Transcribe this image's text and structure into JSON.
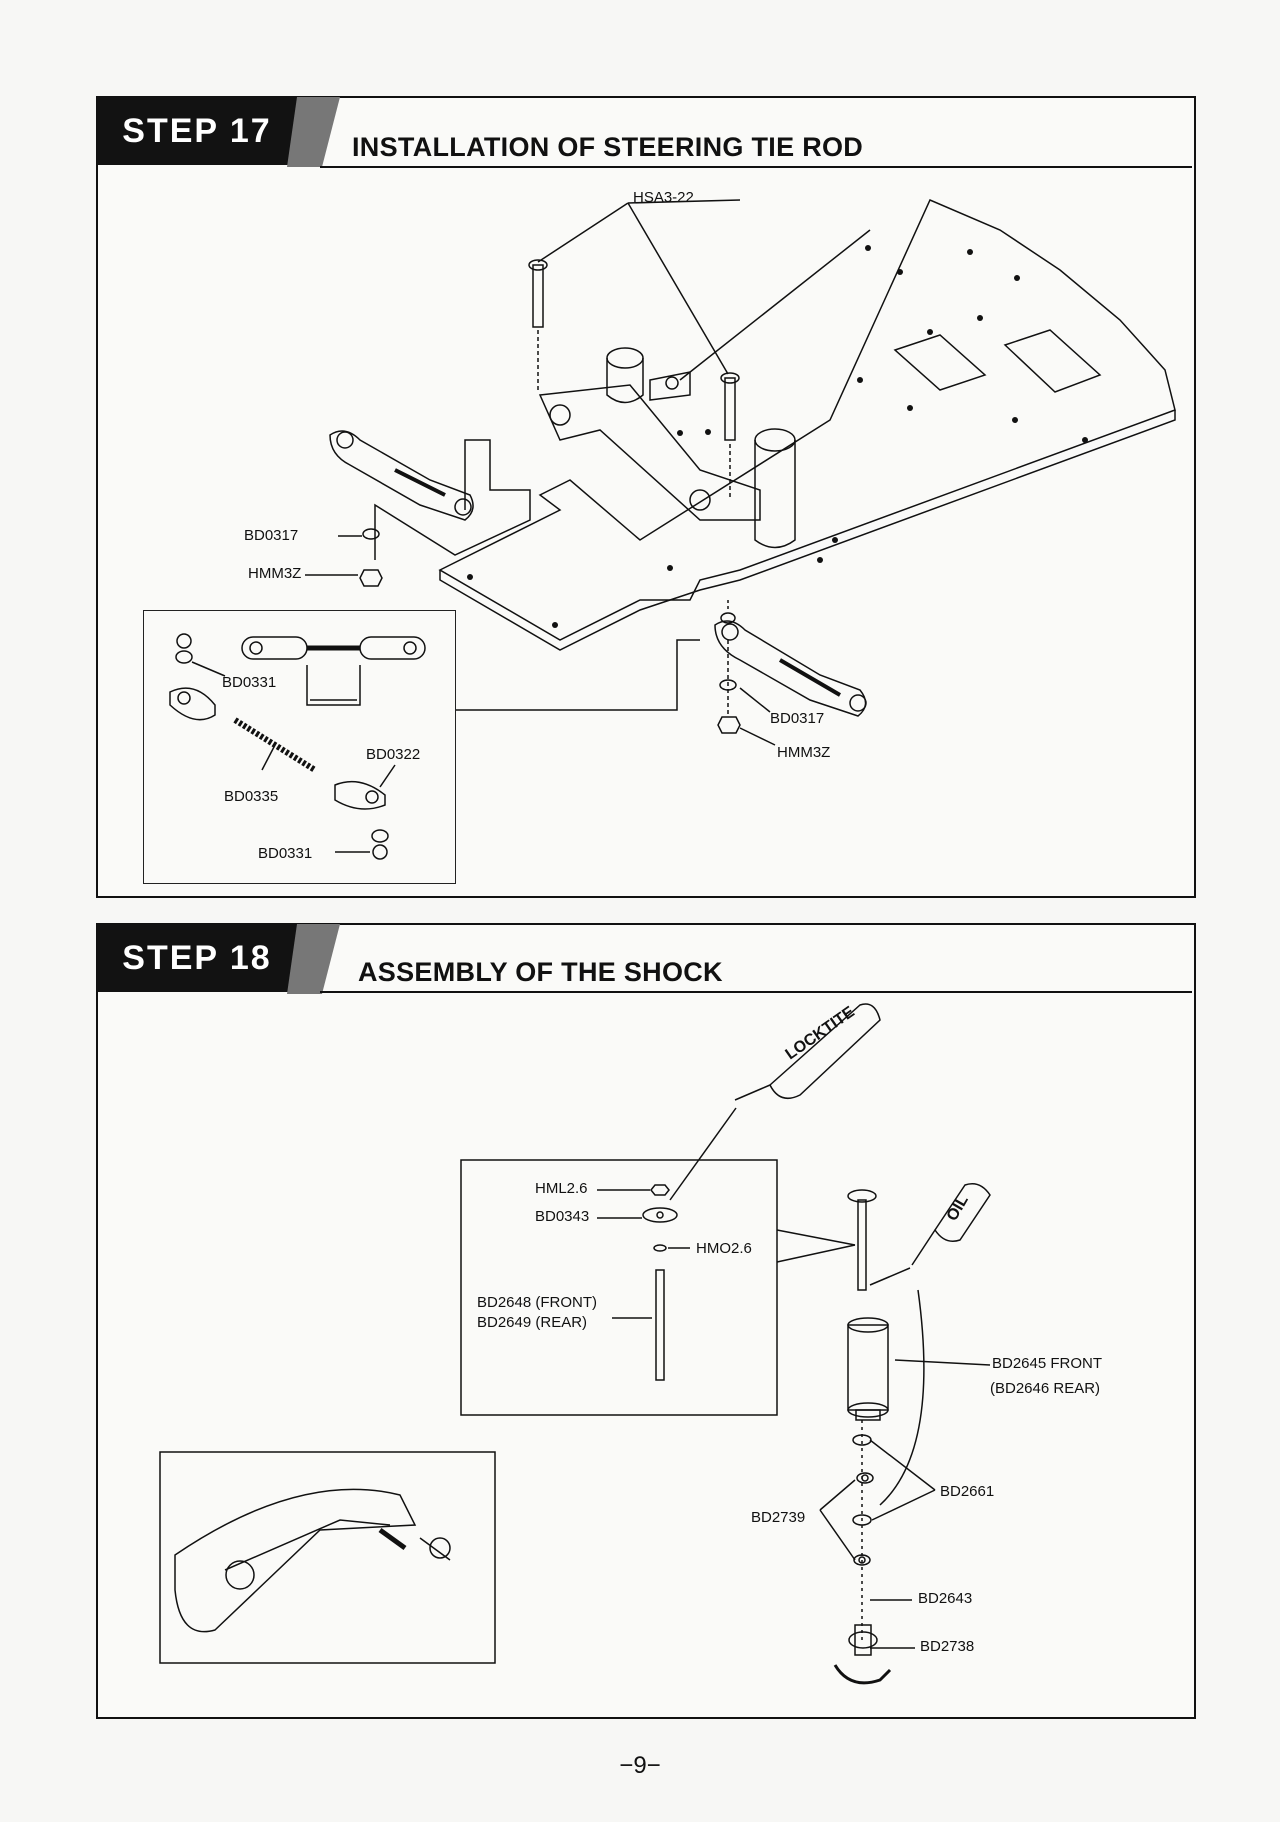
{
  "step17": {
    "badge": "STEP 17",
    "title": "INSTALLATION OF STEERING TIE ROD",
    "labels": {
      "hsa322": "HSA3-22",
      "bd0317_left": "BD0317",
      "hmm3z_left": "HMM3Z",
      "bd0331_top": "BD0331",
      "bd0322": "BD0322",
      "bd0335": "BD0335",
      "bd0331_bottom": "BD0331",
      "bd0317_right": "BD0317",
      "hmm3z_right": "HMM3Z"
    }
  },
  "step18": {
    "badge": "STEP 18",
    "title": "ASSEMBLY OF THE SHOCK",
    "labels": {
      "locktite": "LOCKTITE",
      "oil": "OIL",
      "hml26": "HML2.6",
      "bd0343": "BD0343",
      "hmo26": "HMO2.6",
      "bd2648": "BD2648 (FRONT)",
      "bd2649": "BD2649 (REAR)",
      "bd2645": "BD2645 FRONT",
      "bd2646": "(BD2646 REAR)",
      "bd2661": "BD2661",
      "bd2739": "BD2739",
      "bd2643": "BD2643",
      "bd2738": "BD2738"
    }
  },
  "page_number": "−9−"
}
